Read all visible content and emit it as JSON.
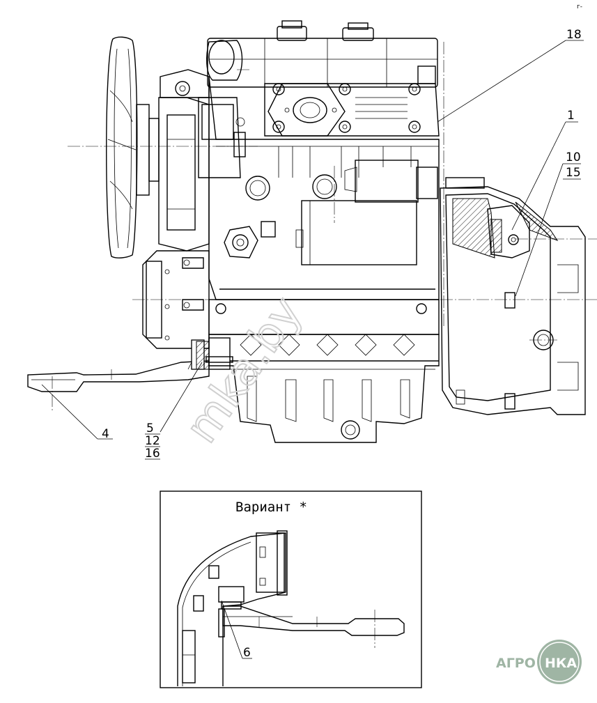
{
  "callouts": {
    "c18": "18",
    "c1": "1",
    "c10": "10",
    "c15": "15",
    "c4": "4",
    "c5": "5",
    "c12": "12",
    "c16": "16",
    "c6": "6"
  },
  "inset": {
    "title": "Вариант *"
  },
  "watermark": {
    "text": "mka.by"
  },
  "logo": {
    "left": "АГРО",
    "right": "НКА",
    "color": "#9fb5a4"
  },
  "corner_mark": "г-"
}
